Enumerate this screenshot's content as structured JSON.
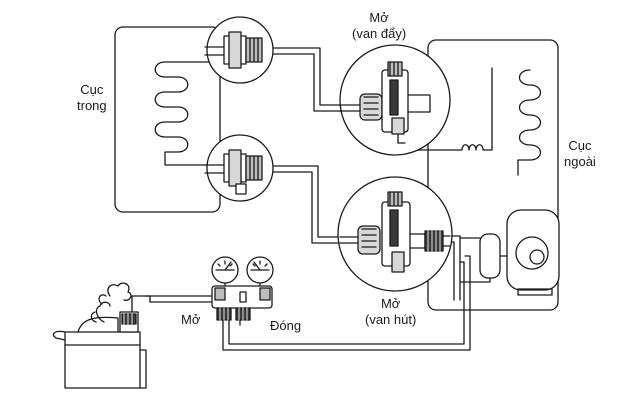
{
  "labels": {
    "indoor_unit": [
      "Cục",
      "trong"
    ],
    "outdoor_unit": [
      "Cục",
      "ngoài"
    ],
    "discharge_valve": [
      "Mở",
      "(van đẩy)"
    ],
    "suction_valve": [
      "Mở",
      "(van hút)"
    ],
    "manifold_open": "Mở",
    "manifold_closed": "Đóng"
  },
  "colors": {
    "stroke": "#1a1a1a",
    "fill": "#ffffff",
    "shade": "#bdbdbd",
    "dark": "#3a3a3a"
  }
}
